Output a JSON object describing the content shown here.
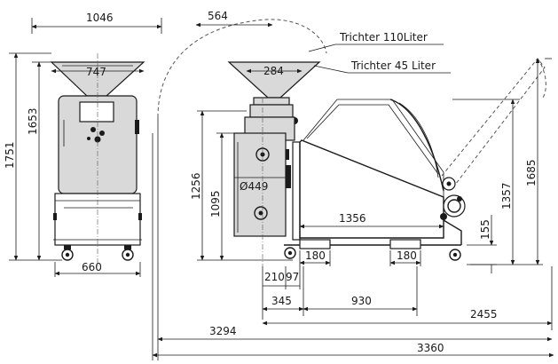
{
  "labels": {
    "hopper_large": "Trichter 110Liter",
    "hopper_small": "Trichter 45 Liter"
  },
  "dimensions": {
    "front_width": "1046",
    "front_hopper_width": "747",
    "front_base_width": "660",
    "front_total_height": "1751",
    "front_hopper_height": "1653",
    "top_offset": "564",
    "small_hopper_width": "284",
    "drum_diameter": "Ø449",
    "side_height_1256": "1256",
    "side_height_1095": "1095",
    "frame_length": "1356",
    "wheel_height": "155",
    "right_height_1357": "1357",
    "right_height_1685": "1685",
    "fork_slot_left": "180",
    "fork_slot_right": "180",
    "dim_210": "210",
    "dim_97": "97",
    "dim_345": "345",
    "dim_930": "930",
    "dim_2455": "2455",
    "dim_3294": "3294",
    "dim_3360": "3360"
  }
}
